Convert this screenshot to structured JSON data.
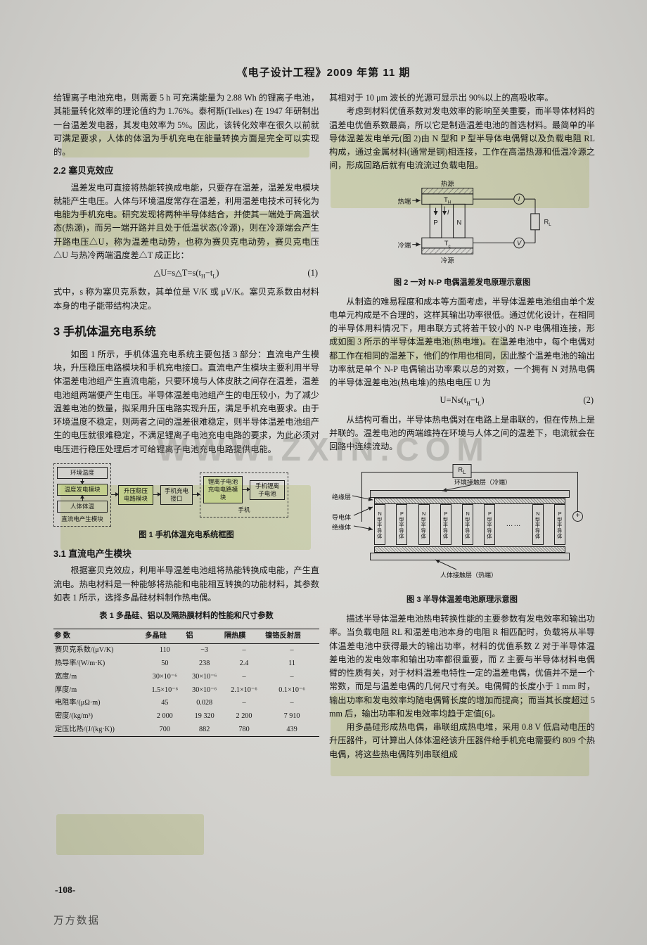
{
  "theme": {
    "paper": "#d3d2ce",
    "ink": "#161616",
    "highlight": "#c8d46e"
  },
  "header": {
    "journal": "《电子设计工程》2009 年第 11 期"
  },
  "footer": {
    "page_number": "-108-",
    "brand": "万方数据"
  },
  "watermark": "WWW.ZXIN.COM",
  "left": {
    "p1": "给锂离子电池充电，则需要 5 h 可充满能量为 2.88 Wh 的锂离子电池，其能量转化效率的理论值约为 1.76%。泰柯斯(Telkes) 在 1947 年研制出一台温差发电器，其发电效率为 5%。因此，该转化效率在很久以前就可满足要求，人体的体温为手机充电在能量转换方面是完全可以实现的。",
    "sec22": {
      "title": "2.2  塞贝克效应",
      "p1": "温差发电可直接将热能转换成电能，只要存在温差，温差发电模块就能产生电压。人体与环境温度常存在温差，利用温差电技术可转化为电能为手机充电。研究发现将两种半导体结合，并使其一端处于高温状态(热源)，而另一端开路并且处于低温状态(冷源)，则在冷源端会产生开路电压△U，称为温差电动势，也称为赛贝克电动势，赛贝克电压△U 与热冷两端温度差△T 成正比：",
      "formula": {
        "body_a": "△U=s△T=s(t",
        "sub_a": "H",
        "body_b": "−t",
        "sub_b": "L",
        "body_c": ")",
        "num": "(1)"
      },
      "p2": "式中，s 称为塞贝克系数，其单位是 V/K 或 μV/K。塞贝克系数由材料本身的电子能带结构决定。"
    },
    "sec3": {
      "title": "3  手机体温充电系统",
      "p1": "如图 1 所示，手机体温充电系统主要包括 3 部分：直流电产生模块，升压稳压电路模块和手机充电接口。直流电产生模块主要利用半导体温差电池组产生直流电能，只要环境与人体皮肤之间存在温差，温差电池组两端便产生电压。半导体温差电池组产生的电压较小，为了减少温差电池的数量，拟采用升压电路实现升压，满足手机充电要求。由于环境温度不稳定，则两者之间的温差很难稳定，则半导体温差电池组产生的电压就很难稳定，不满足锂离子电池充电电路的要求，为此必须对电压进行稳压处理后才可给锂离子电池充电电路提供电能。"
    },
    "fig1": {
      "caption": "图 1  手机体温充电系统框图",
      "env": "环境温度",
      "gen": "温度发电模块",
      "body": "人体体温",
      "group1_label": "直流电产生模块",
      "boost": "升压稳压电路模块",
      "port": "手机充电接口",
      "charge": "锂离子电池充电电路模块",
      "battery": "手机锂离子电池",
      "group2_label": "手机"
    },
    "sec31": {
      "title": "3.1  直流电产生模块",
      "p1": "根据塞贝克效应，利用半导温差电池组将热能转换成电能，产生直流电。热电材料是一种能够将热能和电能相互转换的功能材料，其参数如表 1 所示，选择多晶硅材料制作热电偶。"
    },
    "table1": {
      "caption": "表 1  多晶硅、铝以及隔热膜材料的性能和尺寸参数",
      "headers": [
        "参    数",
        "多晶硅",
        "铝",
        "隔热膜",
        "镍铬反射层"
      ],
      "rows": [
        [
          "赛贝克系数/(μV/K)",
          "110",
          "−3",
          "–",
          "–"
        ],
        [
          "热导率/(W/m·K)",
          "50",
          "238",
          "2.4",
          "11"
        ],
        [
          "宽度/m",
          "30×10⁻⁶",
          "30×10⁻⁶",
          "–",
          "–"
        ],
        [
          "厚度/m",
          "1.5×10⁻⁶",
          "30×10⁻⁶",
          "2.1×10⁻⁶",
          "0.1×10⁻⁶"
        ],
        [
          "电阻率/(μΩ·m)",
          "45",
          "0.028",
          "–",
          "–"
        ],
        [
          "密度/(kg/m³)",
          "2 000",
          "19 320",
          "2 200",
          "7 910"
        ],
        [
          "定压比热/(J/(kg·K))",
          "700",
          "882",
          "780",
          "439"
        ]
      ]
    }
  },
  "right": {
    "p0": "其相对于 10 μm 波长的光源可显示出 90%以上的高吸收率。",
    "p1": "考虑到材料优值系数对发电效率的影响至关重要，而半导体材料的温差电优值系数最高，所以它是制造温差电池的首选材料。最简单的半导体温差发电单元(图 2)由 N 型和 P 型半导体电偶臂以及负载电阻 RL 构成，通过金属材料(通常是铜)相连接，工作在高温热源和低温冷源之间，形成回路后就有电流流过负载电阻。",
    "fig2": {
      "caption": "图 2  一对 N-P 电偶温差发电原理示意图",
      "labels": {
        "hot_source": "热源",
        "hot_end": "热端",
        "th": "T",
        "th_sub": "H",
        "p": "P",
        "n": "N",
        "current": "I",
        "tc": "T",
        "tc_sub": "c",
        "cold_end": "冷端",
        "cold_source": "冷源",
        "r": "R",
        "r_sub": "L",
        "ammeter": "I",
        "voltmeter": "V"
      }
    },
    "p2": "从制造的难易程度和成本等方面考虑，半导体温差电池组由单个发电单元构成是不合理的，这样其输出功率很低。通过优化设计，在相同的半导体用料情况下，用串联方式将若干较小的 N-P 电偶相连接，形成如图 3 所示的半导体温差电池(热电堆)。在温差电池中，每个电偶对都工作在相同的温差下，他们的作用也相同，因此整个温差电池的输出功率就是单个 N-P 电偶输出功率乘以总的对数，一个拥有 N 对热电偶的半导体温差电池(热电堆)的热电电压 U 为",
    "formula": {
      "body_a": "U=Ns(t",
      "sub_a": "H",
      "body_b": "−t",
      "sub_b": "L",
      "body_c": ")",
      "num": "(2)"
    },
    "p3": "从结构可看出，半导体热电偶对在电路上是串联的，但在传热上是并联的。温差电池的两端维持在环境与人体之间的温差下，电流就会在回路中连续流动。",
    "fig3": {
      "caption": "图 3  半导体温差电池原理示意图",
      "labels": {
        "r": "R",
        "r_sub": "L",
        "env_layer": "环境接触层（冷端）",
        "insulation": "绝缘层",
        "conductor": "导电体",
        "insulator": "绝缘体",
        "body_layer": "人体接触层（热端）",
        "plus": "+",
        "dots": "……"
      },
      "columns": [
        "N型半导体",
        "P型半导体",
        "N型半导体",
        "P型半导体",
        "N型半导体",
        "P型半导体",
        "N型半导体",
        "P型半导体"
      ]
    },
    "p4": "描述半导体温差电池热电转换性能的主要参数有发电效率和输出功率。当负载电阻 RL 和温差电池本身的电阻 R 相匹配时，负载将从半导体温差电池中获得最大的输出功率，材料的优值系数 Z 对于半导体温差电池的发电效率和输出功率都很重要，而 Z 主要与半导体材料电偶臂的性质有关，对于材料温差电特性一定的温差电偶，优值并不是一个常数，而是与温差电偶的几何尺寸有关。电偶臂的长度小于 1 mm 时，输出功率和发电效率均随电偶臂长度的增加而提高；而当其长度超过 5 mm 后，输出功率和发电效率均趋于定值[6]。",
    "p5": "用多晶硅形成热电偶，串联组成热电堆，采用 0.8 V 低启动电压的升压器件，可计算出人体体温经该升压器件给手机充电需要约 809 个热电偶，将这些热电偶阵列串联组成"
  }
}
